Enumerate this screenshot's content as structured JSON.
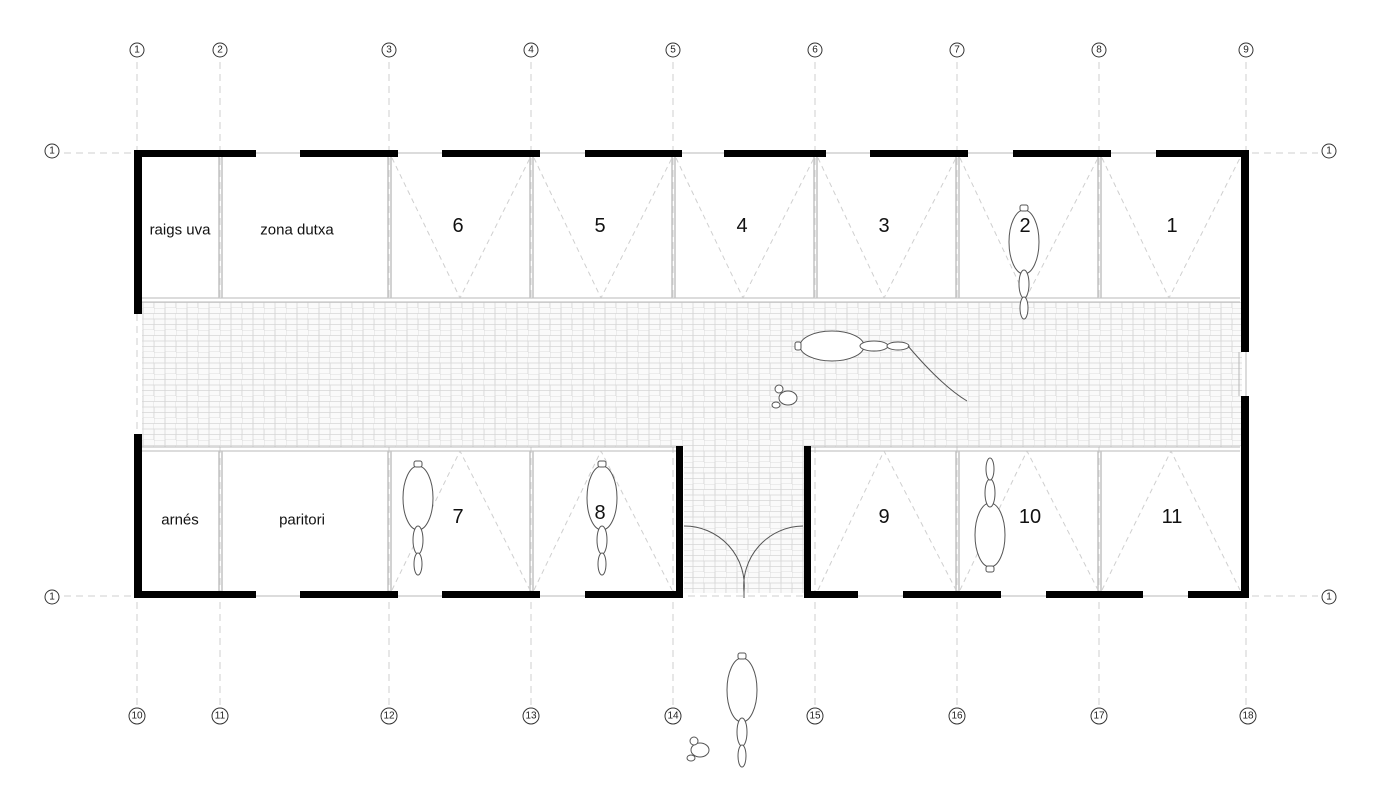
{
  "axes": {
    "top": [
      "1",
      "2",
      "3",
      "4",
      "5",
      "6",
      "7",
      "8",
      "9"
    ],
    "bottom": [
      "10",
      "11",
      "12",
      "13",
      "14",
      "15",
      "16",
      "17",
      "18"
    ],
    "row_top": "1",
    "row_bottom": "1"
  },
  "rooms": {
    "raigs_uva": "raigs uva",
    "zona_dutxa": "zona dutxa",
    "arnes": "arnés",
    "paritori": "paritori"
  },
  "stalls": {
    "top": [
      "6",
      "5",
      "4",
      "3",
      "2",
      "1"
    ],
    "bottom": [
      "7",
      "8",
      "9",
      "10",
      "11"
    ]
  },
  "colors": {
    "wall": "#000000",
    "grid": "#cfcfcf",
    "paving": "#d6d6d6"
  }
}
